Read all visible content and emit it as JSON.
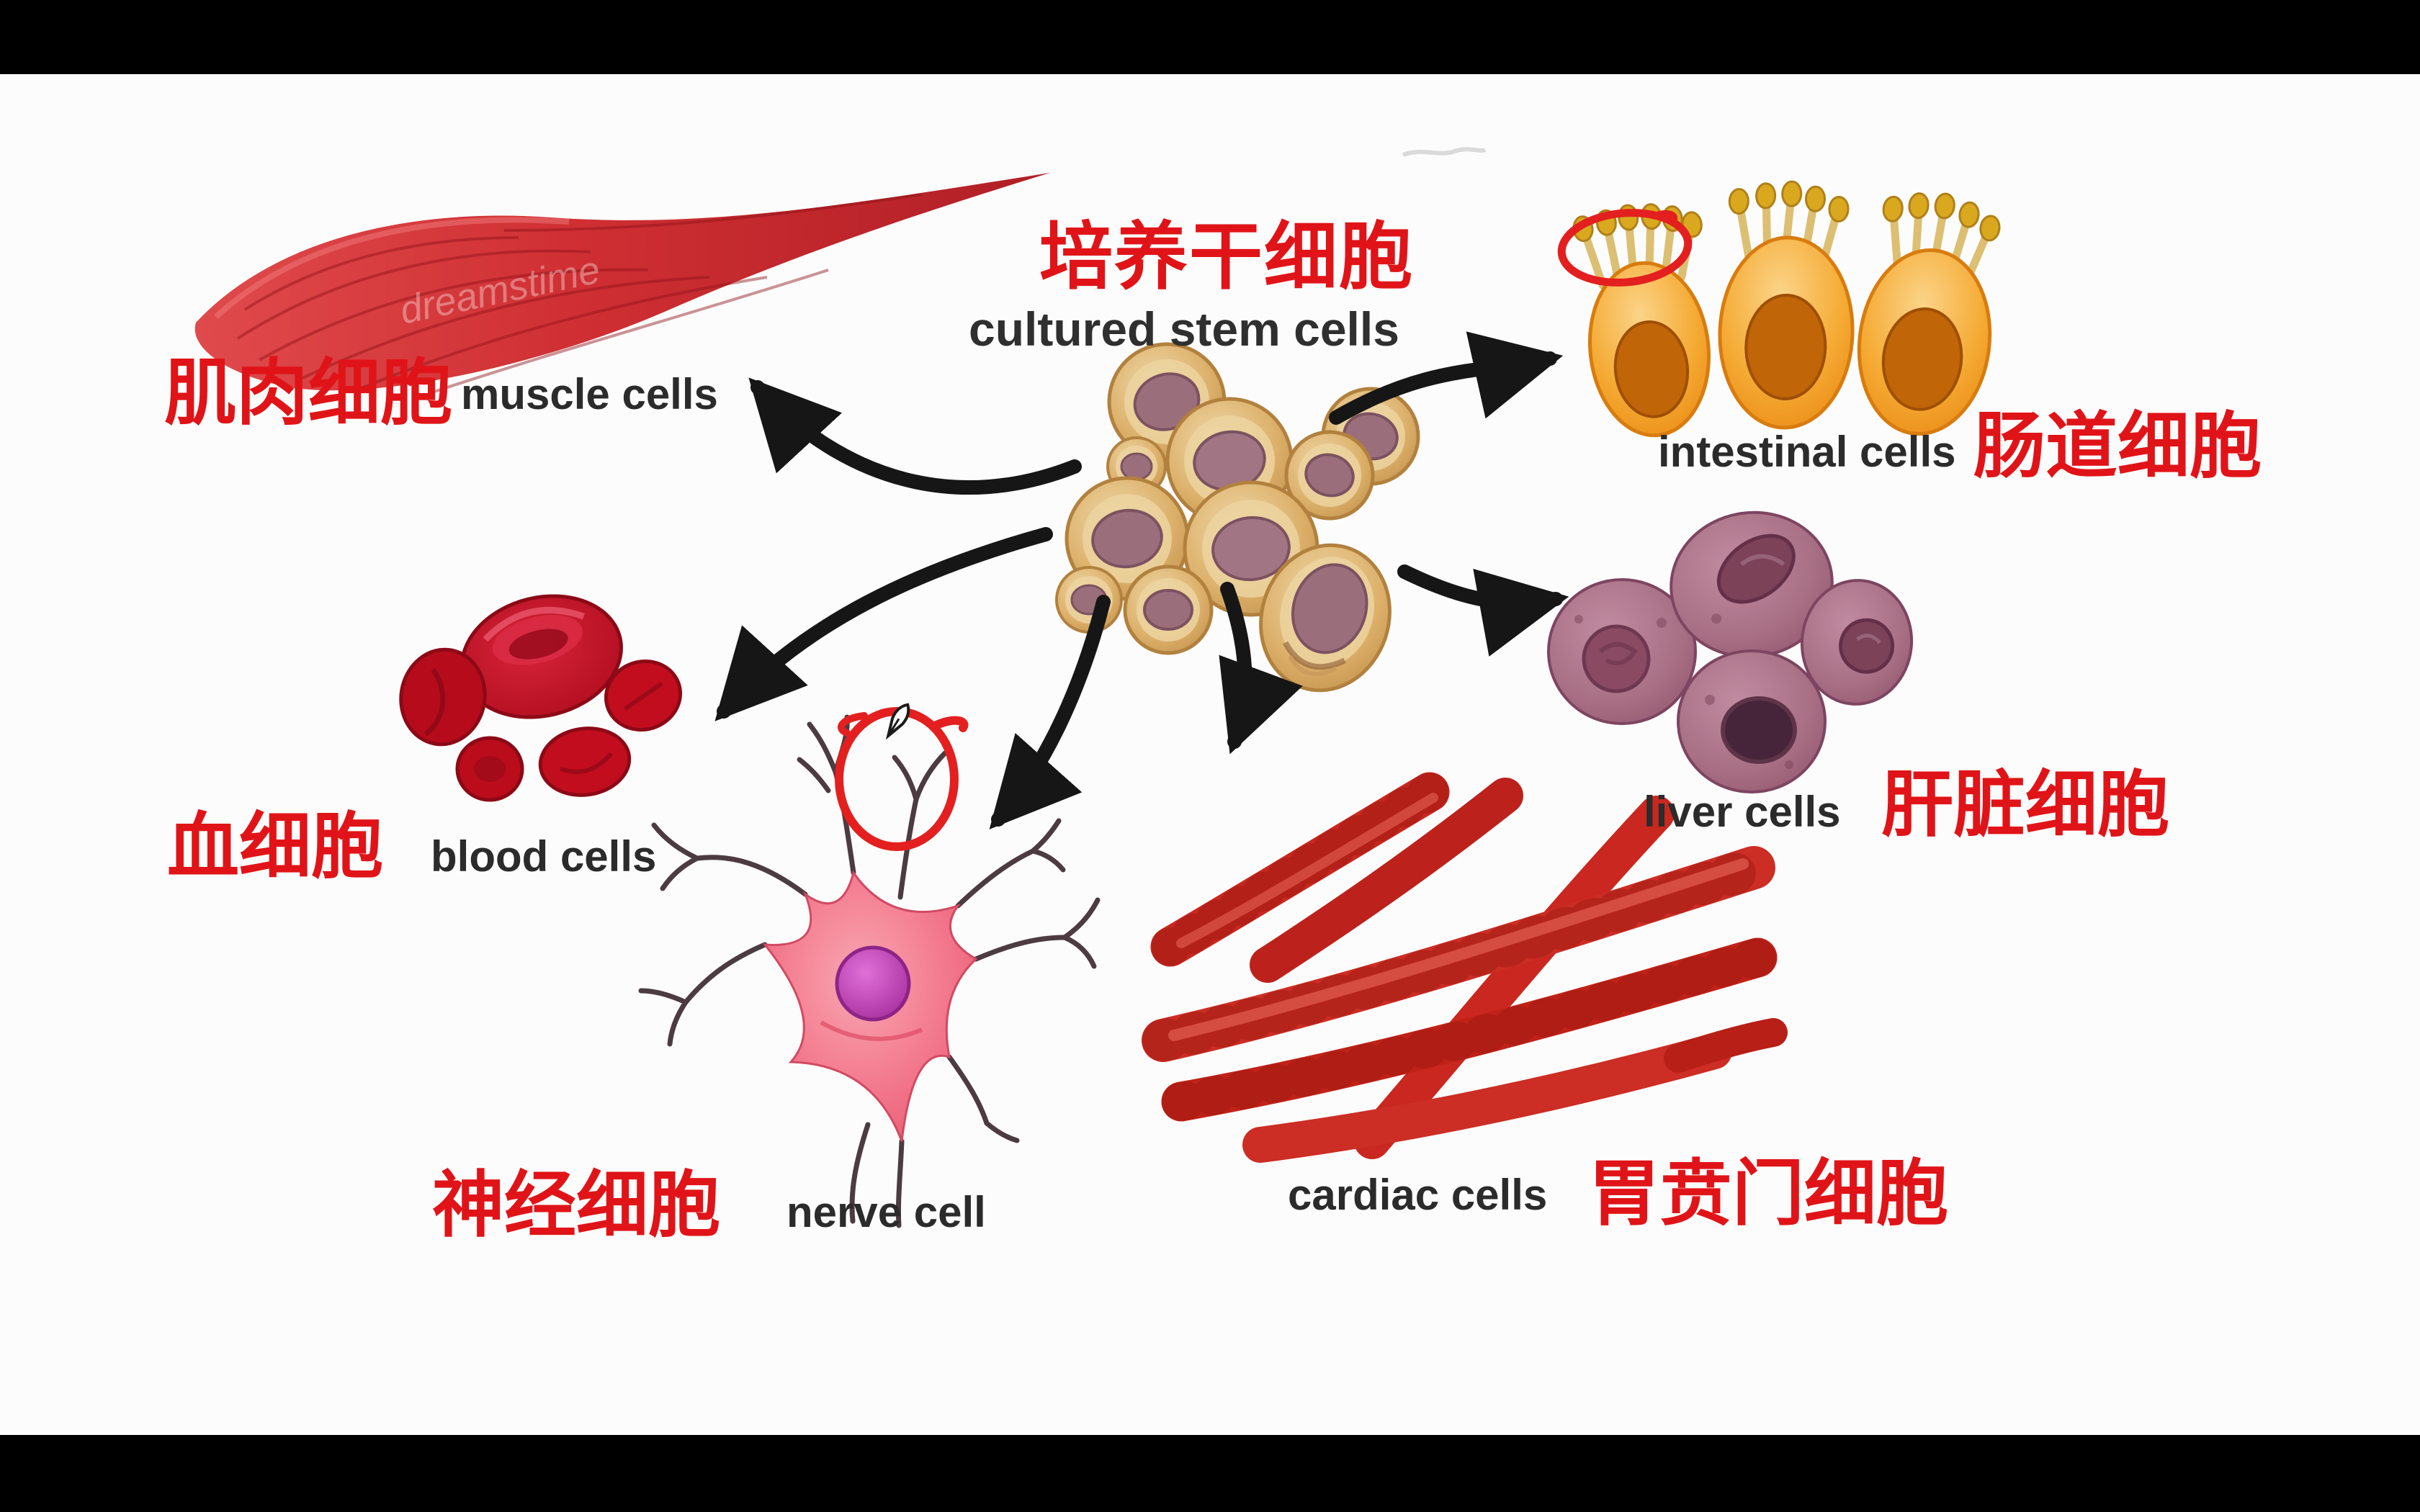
{
  "scene": {
    "description": "Educational letterboxed slide: stem cell differentiation diagram with hand-drawn red annotations",
    "watermark": "dreamstime"
  },
  "title": {
    "zh": "培养干细胞",
    "en": "cultured stem cells"
  },
  "labels": {
    "muscle": {
      "zh": "肌肉细胞",
      "en": "muscle cells"
    },
    "intestinal": {
      "en": "intestinal cells",
      "zh": "肠道细胞"
    },
    "liver": {
      "en": "liver cells",
      "zh": "肝脏细胞"
    },
    "blood": {
      "zh": "血细胞",
      "en": "blood cells"
    },
    "nerve": {
      "zh": "神经细胞",
      "en": "nerve cell"
    },
    "cardiac": {
      "en": "cardiac cells",
      "zh": "胃贲门细胞"
    }
  },
  "arrows": [
    {
      "from": "cultured stem cells",
      "to": "muscle cells"
    },
    {
      "from": "cultured stem cells",
      "to": "intestinal cells"
    },
    {
      "from": "cultured stem cells",
      "to": "liver cells"
    },
    {
      "from": "cultured stem cells",
      "to": "blood cells"
    },
    {
      "from": "cultured stem cells",
      "to": "nerve cell"
    },
    {
      "from": "cultured stem cells",
      "to": "cardiac cells"
    }
  ],
  "annotations": {
    "intestinal_circle": "hand-drawn red ellipse around microvilli of intestinal cell",
    "nerve_circle": "hand-drawn red loop around nerve cell dendrites with pen-nib cursor"
  },
  "colors": {
    "letterbox": "#000000",
    "canvas": "#fcfcfc",
    "label_red": "#e01418",
    "label_dark": "#2b2b2b",
    "annotation_red": "#e3201f",
    "arrow_black": "#161616",
    "stem_cell_body": "#d8a85f",
    "stem_cell_nucleus": "#9b6e7c",
    "muscle_red": "#c42a2e",
    "intestinal_orange": "#f0951d",
    "liver_mauve": "#a86f84",
    "blood_red": "#c00d1e",
    "nerve_pink": "#f2758a",
    "nerve_nucleus": "#bb3ab2",
    "cardiac_red": "#c9271f"
  }
}
